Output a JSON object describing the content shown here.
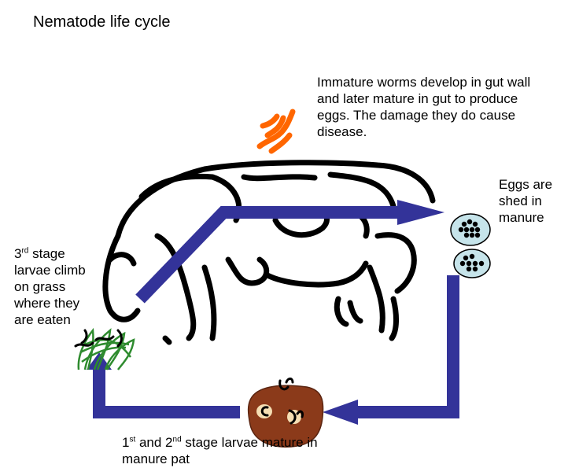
{
  "title": "Nematode life cycle",
  "labels": {
    "immature_worms": "Immature worms develop in gut wall and later mature in gut to produce eggs.  The damage they do cause   disease.",
    "eggs": "Eggs are shed in manure",
    "larvae3_prefix": "3",
    "larvae3_sup": "rd",
    "larvae3_rest": " stage larvae climb on grass where they are eaten",
    "larvae12_part1": "1",
    "larvae12_sup1": "st",
    "larvae12_part2": " and 2",
    "larvae12_sup2": "nd",
    "larvae12_rest": " stage larvae mature in manure pat"
  },
  "colors": {
    "arrow": "#333399",
    "worm": "#ff6600",
    "egg_fill": "#c6e4ea",
    "grass": "#2e8b2e",
    "manure": "#8b3a1a"
  }
}
